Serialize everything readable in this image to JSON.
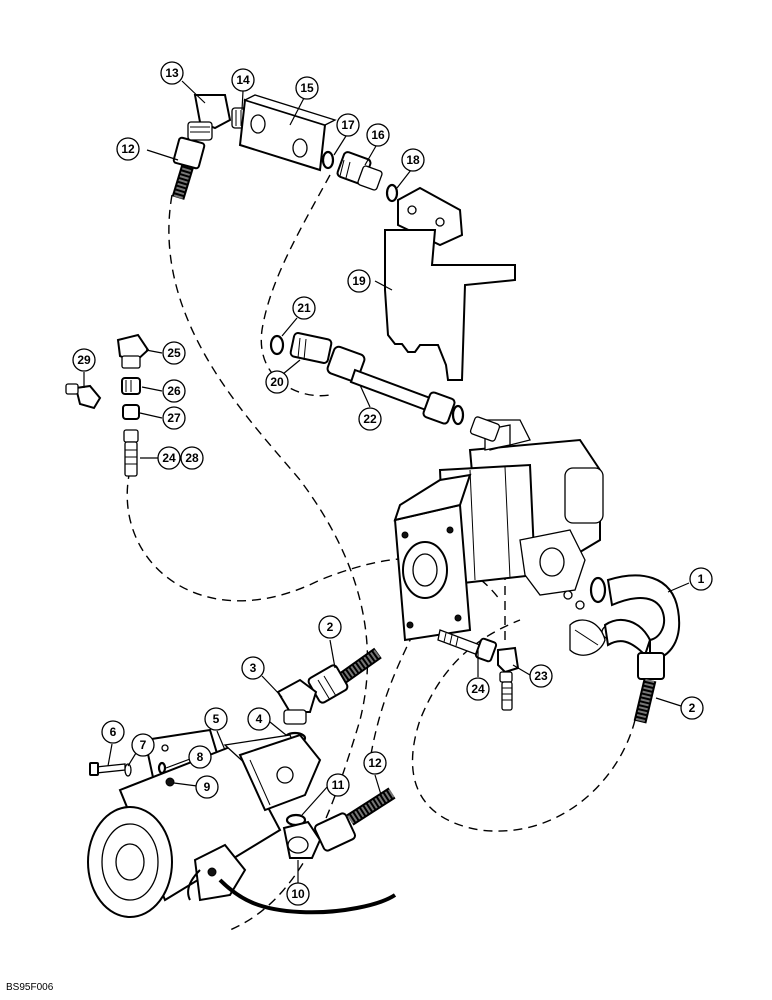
{
  "drawing_code": "BS95F006",
  "callouts": [
    {
      "id": "c1",
      "label": "1"
    },
    {
      "id": "c2a",
      "label": "2"
    },
    {
      "id": "c2b",
      "label": "2"
    },
    {
      "id": "c3",
      "label": "3"
    },
    {
      "id": "c4",
      "label": "4"
    },
    {
      "id": "c5",
      "label": "5"
    },
    {
      "id": "c6",
      "label": "6"
    },
    {
      "id": "c7",
      "label": "7"
    },
    {
      "id": "c8",
      "label": "8"
    },
    {
      "id": "c9",
      "label": "9"
    },
    {
      "id": "c10",
      "label": "10"
    },
    {
      "id": "c11",
      "label": "11"
    },
    {
      "id": "c12a",
      "label": "12"
    },
    {
      "id": "c12b",
      "label": "12"
    },
    {
      "id": "c13",
      "label": "13"
    },
    {
      "id": "c14",
      "label": "14"
    },
    {
      "id": "c15",
      "label": "15"
    },
    {
      "id": "c16",
      "label": "16"
    },
    {
      "id": "c17",
      "label": "17"
    },
    {
      "id": "c18",
      "label": "18"
    },
    {
      "id": "c19",
      "label": "19"
    },
    {
      "id": "c20",
      "label": "20"
    },
    {
      "id": "c21",
      "label": "21"
    },
    {
      "id": "c22",
      "label": "22"
    },
    {
      "id": "c23",
      "label": "23"
    },
    {
      "id": "c24a",
      "label": "24"
    },
    {
      "id": "c24b",
      "label": "24"
    },
    {
      "id": "c25",
      "label": "25"
    },
    {
      "id": "c26",
      "label": "26"
    },
    {
      "id": "c27",
      "label": "27"
    },
    {
      "id": "c28",
      "label": "28"
    },
    {
      "id": "c29",
      "label": "29"
    }
  ]
}
